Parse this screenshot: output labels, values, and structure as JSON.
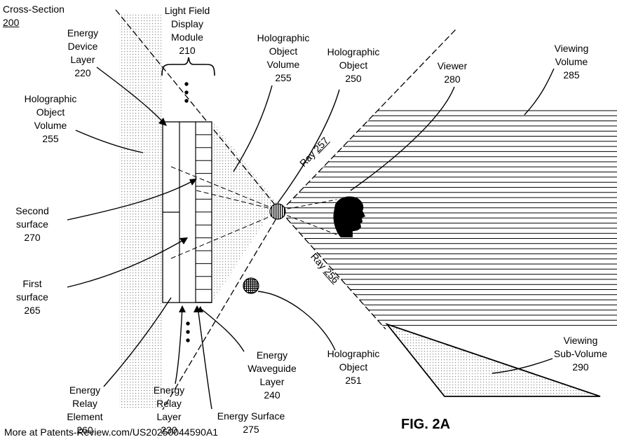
{
  "figure": "FIG. 2A",
  "footer": "More at Patents-Review.com/US20250044590A1",
  "labels": {
    "cross_section": {
      "text": "Cross-Section",
      "num": "200"
    },
    "light_field_module": {
      "l1": "Light Field",
      "l2": "Display",
      "l3": "Module",
      "num": "210"
    },
    "energy_device_layer": {
      "l1": "Energy",
      "l2": "Device",
      "l3": "Layer",
      "num": "220"
    },
    "holo_volume_left": {
      "l1": "Holographic",
      "l2": "Object",
      "l3": "Volume",
      "num": "255"
    },
    "holo_volume_top": {
      "l1": "Holographic",
      "l2": "Object",
      "l3": "Volume",
      "num": "255"
    },
    "holo_object_250": {
      "l1": "Holographic",
      "l2": "Object",
      "num": "250"
    },
    "viewer": {
      "l1": "Viewer",
      "num": "280"
    },
    "viewing_volume": {
      "l1": "Viewing",
      "l2": "Volume",
      "num": "285"
    },
    "second_surface": {
      "l1": "Second",
      "l2": "surface",
      "num": "270"
    },
    "first_surface": {
      "l1": "First",
      "l2": "surface",
      "num": "265"
    },
    "waveguide_layer": {
      "l1": "Energy",
      "l2": "Waveguide",
      "l3": "Layer",
      "num": "240"
    },
    "holo_object_251": {
      "l1": "Holographic",
      "l2": "Object",
      "num": "251"
    },
    "viewing_subvolume": {
      "l1": "Viewing",
      "l2": "Sub-Volume",
      "num": "290"
    },
    "relay_element": {
      "l1": "Energy",
      "l2": "Relay",
      "l3": "Element",
      "num": "260"
    },
    "relay_layer": {
      "l1": "Energy",
      "l2": "Relay",
      "l3": "Layer",
      "num": "230"
    },
    "energy_surface": {
      "l1": "Energy Surface",
      "num": "275"
    },
    "ray_257": {
      "word": "Ray",
      "num": "257"
    },
    "ray_256": {
      "word": "Ray",
      "num": "256"
    }
  }
}
